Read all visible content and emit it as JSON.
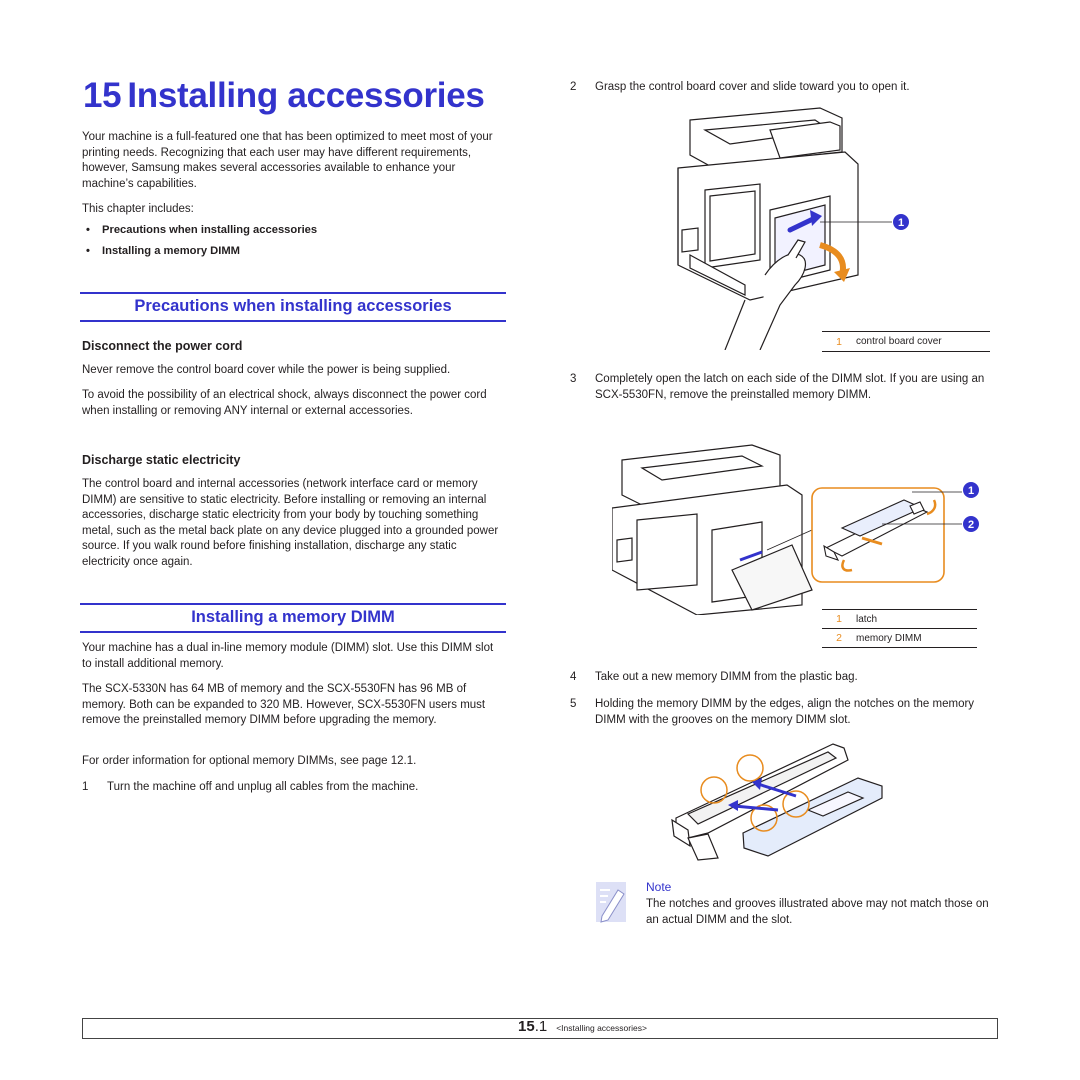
{
  "chapter": {
    "number": "15",
    "title": "Installing accessories"
  },
  "intro": "Your machine is a full-featured one that has been optimized to meet most of your printing needs. Recognizing that each user may have different requirements, however, Samsung makes several accessories available to enhance your machine’s capabilities.",
  "chapter_includes": "This chapter includes:",
  "includes": [
    "Precautions when installing accessories",
    "Installing a memory DIMM"
  ],
  "precautions": {
    "title": "Precautions when installing accessories",
    "power_cord": {
      "heading": "Disconnect the power cord",
      "p1": "Never remove the control board cover while the power is being supplied.",
      "p2": "To avoid the possibility of an electrical shock, always disconnect the power cord when installing or removing ANY internal or external accessories."
    },
    "static": {
      "heading": "Discharge static electricity",
      "p1": "The control board and internal accessories (network interface card or memory DIMM) are sensitive to static electricity. Before installing or removing an internal accessories, discharge static electricity from your body by touching something metal, such as the metal back plate on any device plugged into a grounded power source. If you walk round before finishing installation, discharge any static electricity once again."
    }
  },
  "dimm": {
    "title": "Installing a memory DIMM",
    "p1": "Your machine has a dual in-line memory module (DIMM) slot. Use this DIMM slot to install additional memory.",
    "p2": "The SCX-5330N has 64 MB of memory and the SCX-5530FN has 96 MB of memory. Both can be expanded to 320 MB. However, SCX-5530FN users must remove the preinstalled memory DIMM before upgrading the memory.",
    "p3": "For order information for optional memory DIMMs, see page 12.1."
  },
  "steps": [
    {
      "n": "1",
      "text": "Turn the machine off and unplug all cables from the machine."
    },
    {
      "n": "2",
      "text": "Grasp the control board cover and slide toward you to open it."
    },
    {
      "n": "3",
      "text": "Completely open the latch on each side of the DIMM slot. If you are using an SCX-5530FN, remove the preinstalled memory DIMM."
    },
    {
      "n": "4",
      "text": "Take out a new memory DIMM from the plastic bag."
    },
    {
      "n": "5",
      "text": "Holding the memory DIMM by the edges, align the notches on the memory DIMM with the grooves on the memory DIMM slot."
    }
  ],
  "figure1": {
    "callouts": [
      "1"
    ],
    "legend": [
      {
        "n": "1",
        "label": "control board cover"
      }
    ]
  },
  "figure2": {
    "callouts": [
      "1",
      "2"
    ],
    "legend": [
      {
        "n": "1",
        "label": "latch"
      },
      {
        "n": "2",
        "label": "memory DIMM"
      }
    ]
  },
  "note": {
    "label": "Note",
    "text": "The notches and grooves illustrated above may not match those on an actual DIMM and the slot."
  },
  "footer": {
    "page": "15",
    "sub_page": ".1",
    "label": "<Installing accessories>"
  },
  "colors": {
    "heading_blue": "#3333cc",
    "callout_orange": "#e88c1f",
    "callout_blue": "#3333cc"
  }
}
